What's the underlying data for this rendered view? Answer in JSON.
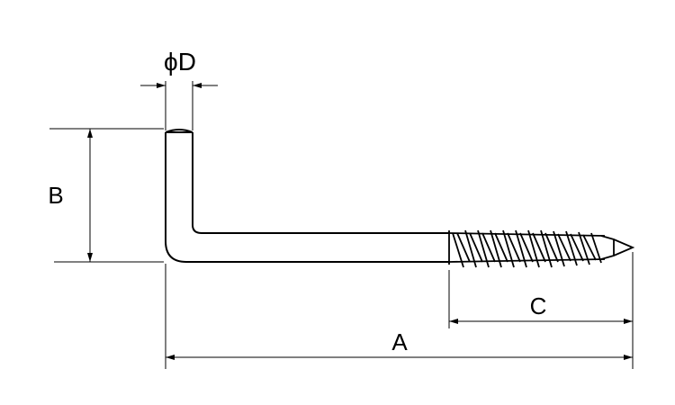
{
  "dimensions": {
    "diameter_label": "ϕD",
    "height_label": "B",
    "thread_length_label": "C",
    "overall_length_label": "A"
  },
  "colors": {
    "line": "#000000",
    "background": "#ffffff"
  }
}
